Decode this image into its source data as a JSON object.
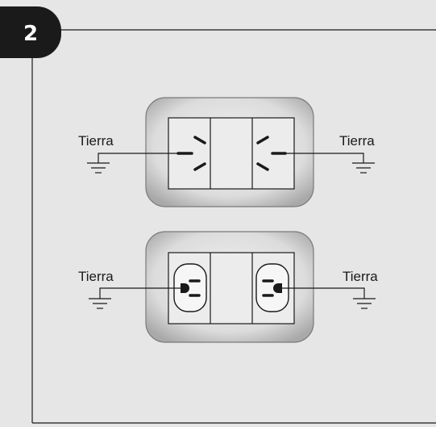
{
  "step": {
    "number": "2"
  },
  "outlets": {
    "top": {
      "left_label": "Tierra",
      "right_label": "Tierra"
    },
    "bottom": {
      "left_label": "Tierra",
      "right_label": "Tierra"
    }
  },
  "colors": {
    "background": "#e6e6e6",
    "badge": "#1a1a1a",
    "plate_fill": "#d6d6d6",
    "module_fill": "#ececec",
    "line": "#1a1a1a"
  }
}
